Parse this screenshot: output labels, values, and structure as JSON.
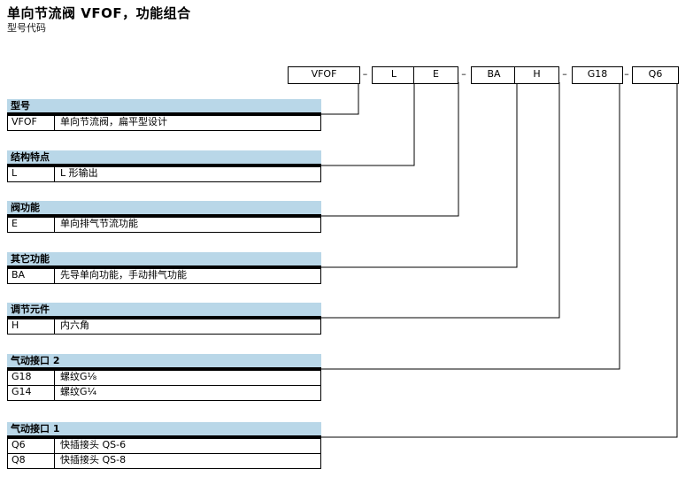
{
  "title": "单向节流阀 VFOF，功能组合",
  "subtitle": "型号代码",
  "code": {
    "s0": "VFOF",
    "d0": "–",
    "s1": "L",
    "s2": "E",
    "d1": "–",
    "s3": "BA",
    "s4": "H",
    "d2": "–",
    "s5": "G18",
    "d3": "–",
    "s6": "Q6"
  },
  "sections": [
    {
      "title": "型号",
      "rows": [
        {
          "code": "VFOF",
          "desc": "单向节流阀，扁平型设计"
        }
      ]
    },
    {
      "title": "结构特点",
      "rows": [
        {
          "code": "L",
          "desc": "L 形输出"
        }
      ]
    },
    {
      "title": "阀功能",
      "rows": [
        {
          "code": "E",
          "desc": "单向排气节流功能"
        }
      ]
    },
    {
      "title": "其它功能",
      "rows": [
        {
          "code": "BA",
          "desc": "先导单向功能，手动排气功能"
        }
      ]
    },
    {
      "title": "调节元件",
      "rows": [
        {
          "code": "H",
          "desc": "内六角"
        }
      ]
    },
    {
      "title": "气动接口 2",
      "rows": [
        {
          "code": "G18",
          "desc": "螺纹G⅛"
        },
        {
          "code": "G14",
          "desc": "螺纹G¼"
        }
      ]
    },
    {
      "title": "气动接口 1",
      "rows": [
        {
          "code": "Q6",
          "desc": "快插接头 QS-6"
        },
        {
          "code": "Q8",
          "desc": "快插接头 QS-8"
        }
      ]
    }
  ]
}
